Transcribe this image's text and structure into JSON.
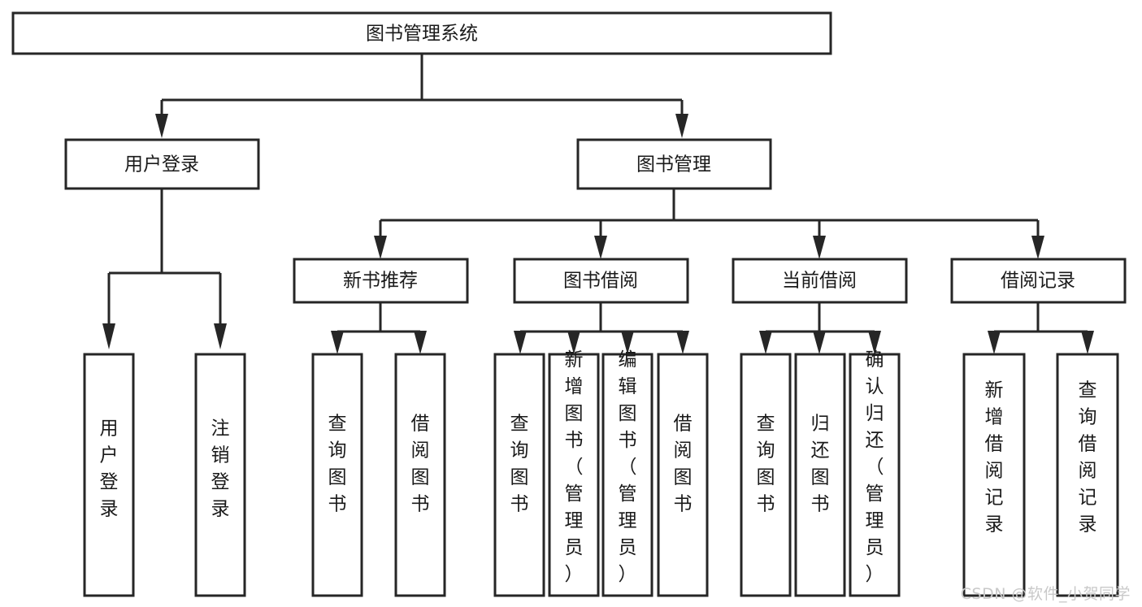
{
  "diagram": {
    "type": "tree",
    "title": "图书管理系统",
    "orientation": "top-down",
    "colors": {
      "stroke": "#262626",
      "box_fill": "#ffffff",
      "text": "#1a1a1a",
      "background": "#ffffff",
      "watermark": "#c9c9c9"
    },
    "root": {
      "label": "图书管理系统"
    },
    "level2": [
      {
        "label": "用户登录"
      },
      {
        "label": "图书管理"
      }
    ],
    "level3": [
      {
        "label": "新书推荐"
      },
      {
        "label": "图书借阅"
      },
      {
        "label": "当前借阅"
      },
      {
        "label": "借阅记录"
      }
    ],
    "leaves": {
      "user_login": [
        {
          "label": "用户登录"
        },
        {
          "label": "注销登录"
        }
      ],
      "new_book_recommend": [
        {
          "label": "查询图书"
        },
        {
          "label": "借阅图书"
        }
      ],
      "book_borrow": [
        {
          "label": "查询图书"
        },
        {
          "label": "新增图书（管理员）"
        },
        {
          "label": "编辑图书（管理员）"
        },
        {
          "label": "借阅图书"
        }
      ],
      "current_borrow": [
        {
          "label": "查询图书"
        },
        {
          "label": "归还图书"
        },
        {
          "label": "确认归还（管理员）"
        }
      ],
      "borrow_record": [
        {
          "label": "新增借阅记录"
        },
        {
          "label": "查询借阅记录"
        }
      ]
    },
    "edges": [
      {
        "from": "图书管理系统",
        "to": "用户登录"
      },
      {
        "from": "图书管理系统",
        "to": "图书管理"
      },
      {
        "from": "用户登录",
        "to": "用户登录"
      },
      {
        "from": "用户登录",
        "to": "注销登录"
      },
      {
        "from": "图书管理",
        "to": "新书推荐"
      },
      {
        "from": "图书管理",
        "to": "图书借阅"
      },
      {
        "from": "图书管理",
        "to": "当前借阅"
      },
      {
        "from": "图书管理",
        "to": "借阅记录"
      },
      {
        "from": "新书推荐",
        "to": "查询图书"
      },
      {
        "from": "新书推荐",
        "to": "借阅图书"
      },
      {
        "from": "图书借阅",
        "to": "查询图书"
      },
      {
        "from": "图书借阅",
        "to": "新增图书（管理员）"
      },
      {
        "from": "图书借阅",
        "to": "编辑图书（管理员）"
      },
      {
        "from": "图书借阅",
        "to": "借阅图书"
      },
      {
        "from": "当前借阅",
        "to": "查询图书"
      },
      {
        "from": "当前借阅",
        "to": "归还图书"
      },
      {
        "from": "当前借阅",
        "to": "确认归还（管理员）"
      },
      {
        "from": "借阅记录",
        "to": "新增借阅记录"
      },
      {
        "from": "借阅记录",
        "to": "查询借阅记录"
      }
    ]
  },
  "watermark": {
    "text": "CSDN @软件_小贺同学"
  }
}
